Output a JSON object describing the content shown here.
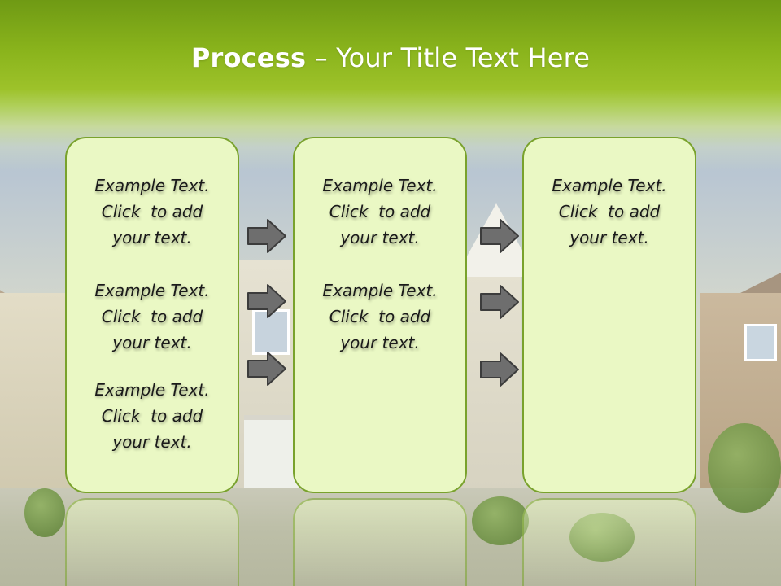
{
  "slide": {
    "title_bold": "Process",
    "title_rest": " – Your Title Text Here"
  },
  "columns": [
    {
      "entries": [
        "Example Text.\nClick  to add\nyour text.",
        "Example Text.\nClick  to add\nyour text.",
        "Example Text.\nClick  to add\nyour text."
      ]
    },
    {
      "entries": [
        "Example Text.\nClick  to add\nyour text.",
        "Example Text.\nClick  to add\nyour text."
      ]
    },
    {
      "entries": [
        "Example Text.\nClick  to add\nyour text."
      ]
    }
  ],
  "arrows": {
    "icon": "right-arrow-icon",
    "color": "#6e6e6e"
  },
  "colors": {
    "header_green": "#8ab41c",
    "box_fill": "#eaf8c4",
    "box_border": "#79a22c"
  }
}
